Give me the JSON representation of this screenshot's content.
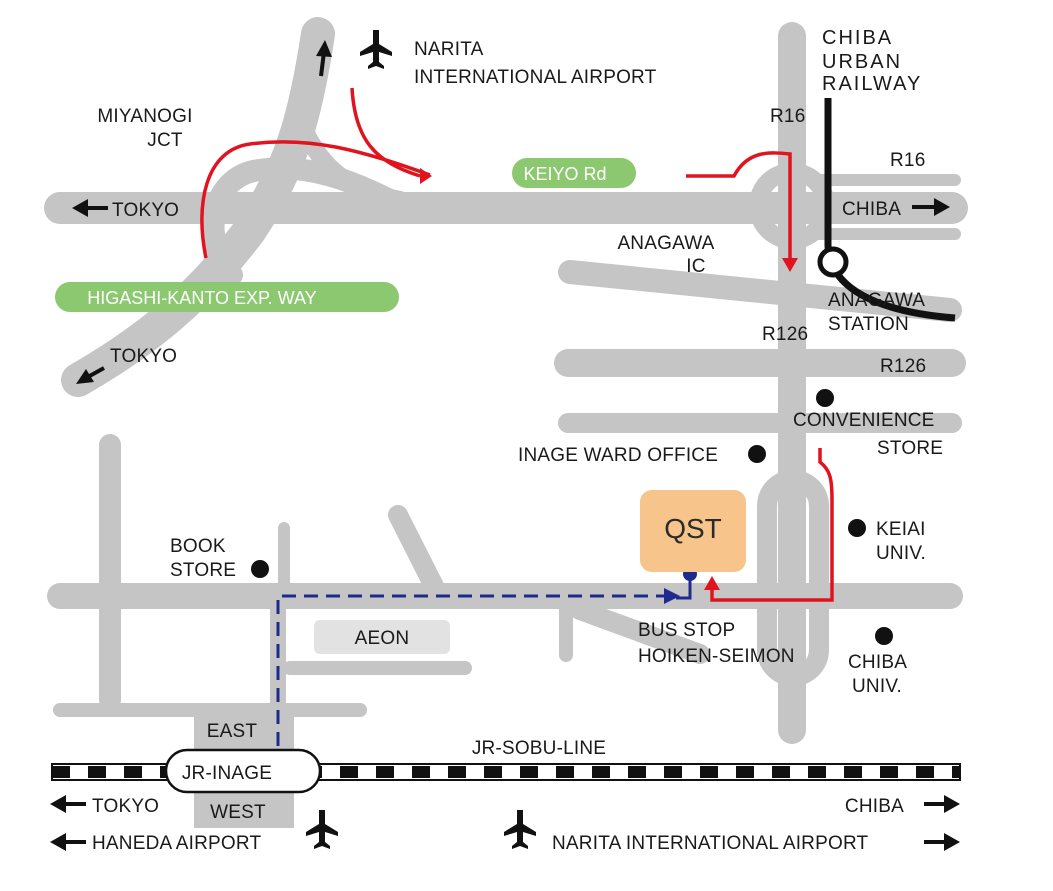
{
  "title": "",
  "colors": {
    "road": "#c5c5c5",
    "expressway_label": "#8cc870",
    "route_red": "#e0141e",
    "route_blue": "#1f2a8c",
    "destination": "#f7c48c",
    "aeon": "#e2e2e2",
    "railway": "#111111"
  },
  "labels": {
    "narita_1": "NARITA",
    "narita_2": "INTERNATIONAL AIRPORT",
    "miyanogi_1": "MIYANOGI",
    "miyanogi_2": "JCT",
    "chiba_urban_1": "CHIBA",
    "chiba_urban_2": "URBAN",
    "chiba_urban_3": "RAILWAY",
    "r16_a": "R16",
    "r16_b": "R16",
    "keiyo": "KEIYO Rd",
    "tokyo_top": "TOKYO",
    "chiba_east": "CHIBA",
    "anagawa_ic_1": "ANAGAWA",
    "anagawa_ic_2": "IC",
    "higashi_kanto": "HIGASHI-KANTO EXP. WAY",
    "anagawa_station_1": "ANAGAWA",
    "anagawa_station_2": "STATION",
    "r126_a": "R126",
    "r126_b": "R126",
    "tokyo_diag": "TOKYO",
    "convenience_1": "CONVENIENCE",
    "convenience_2": "STORE",
    "inage_ward": "INAGE WARD OFFICE",
    "qst": "QST",
    "keiai_1": "KEIAI",
    "keiai_2": "UNIV.",
    "book_1": "BOOK",
    "book_2": "STORE",
    "aeon": "AEON",
    "bus_stop_1": "BUS STOP",
    "bus_stop_2": "HOIKEN-SEIMON",
    "chiba_univ_1": "CHIBA",
    "chiba_univ_2": "UNIV.",
    "east": "EAST",
    "west": "WEST",
    "jr_inage": "JR-INAGE",
    "jr_sobu": "JR-SOBU-LINE",
    "tokyo_bottom": "TOKYO",
    "haneda": "HANEDA AIRPORT",
    "chiba_bottom": "CHIBA",
    "narita_bottom": "NARITA INTERNATIONAL AIRPORT"
  }
}
